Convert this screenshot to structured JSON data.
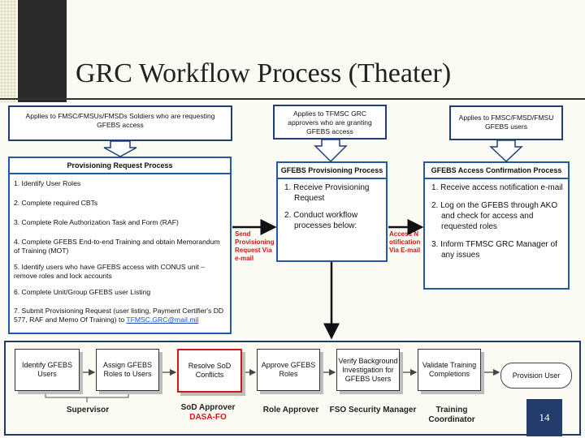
{
  "slide": {
    "title": "GRC Workflow Process (Theater)",
    "page_number": "14"
  },
  "callouts": {
    "left": "Applies to FMSC/FMSUs/FMSDs Soldiers who are requesting GFEBS access",
    "middle": "Applies to TFMSC GRC approvers who are granting GFEBS access",
    "right": "Applies to FMSC/FMSD/FMSU GFEBS users"
  },
  "provisioning_request": {
    "header": "Provisioning Request Process",
    "items": [
      "1. Identify User Roles",
      "2. Complete  required CBTs",
      "3. Complete Role Authorization Task and Form (RAF)",
      "4. Complete GFEBS End-to-end Training and obtain Memorandum of Training (MOT)",
      "5. Identify users who have GFEBS access with CONUS unit – remove roles and lock accounts",
      "6. Complete Unit/Group GFEBS user Listing",
      "7. Submit  Provisioning Request  (user listing,  Payment Certifier's DD 577, RAF and Memo Of Training) to"
    ],
    "email": "TFMSC.GRC@mail.mil"
  },
  "gfebs_provisioning": {
    "header": "GFEBS Provisioning Process",
    "items": [
      "1. Receive Provisioning Request",
      "2. Conduct workflow processes below:"
    ]
  },
  "access_confirmation": {
    "header": "GFEBS Access Confirmation Process",
    "items": [
      "1. Receive access notification e-mail",
      "2. Log on the GFEBS through AKO and check for access and requested roles",
      "3. Inform TFMSC GRC Manager of any issues"
    ]
  },
  "arrow_labels": {
    "send": "Send Provisioning Request Via e-mail",
    "access": "Access Notification Via E-mail"
  },
  "workflow": {
    "steps": [
      "Identify GFEBS Users",
      "Assign GFEBS Roles to Users",
      "Resolve SoD Conflicts",
      "Approve GFEBS Roles",
      "Verify Background Investigation for GFEBS Users",
      "Validate Training Completions",
      "Provision User"
    ],
    "roles": {
      "supervisor": "Supervisor",
      "sod_approver": "SoD Approver",
      "sod_org": "DASA-FO",
      "role_approver": "Role Approver",
      "fso": "FSO Security Manager",
      "training": "Training Coordinator"
    }
  },
  "colors": {
    "dark_blue": "#1f3a6b",
    "box_blue": "#1f5aa8",
    "red": "#d01818",
    "page_badge": "#233c6b"
  }
}
